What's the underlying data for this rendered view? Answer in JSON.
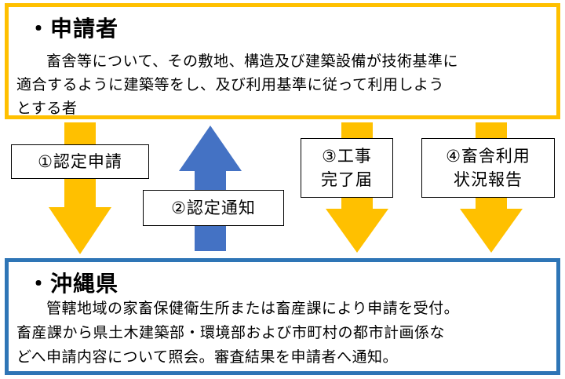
{
  "colors": {
    "applicant_border": "#FFC000",
    "okinawa_border": "#2E75B6",
    "down_arrow": "#FFC000",
    "up_arrow": "#4472C4"
  },
  "applicant": {
    "title": "・申請者",
    "lines": [
      "畜舎等について、その敷地、構造及び建築設備が技術基準に",
      "適合するように建築等をし、及び利用基準に従って利用しよう",
      "とする者"
    ]
  },
  "okinawa": {
    "title": "・沖縄県",
    "lines": [
      "管轄地域の家畜保健衛生所または畜産課により申請を受付。",
      "畜産課から県土木建築部・環境部および市町村の都市計画係な",
      "どへ申請内容について照会。審査結果を申請者へ通知。"
    ]
  },
  "steps": [
    {
      "lines": [
        "①認定申請"
      ],
      "direction": "down"
    },
    {
      "lines": [
        "②認定通知"
      ],
      "direction": "up"
    },
    {
      "lines": [
        "③工事",
        "完了届"
      ],
      "direction": "down"
    },
    {
      "lines": [
        "④畜舎利用",
        "状況報告"
      ],
      "direction": "down"
    }
  ]
}
